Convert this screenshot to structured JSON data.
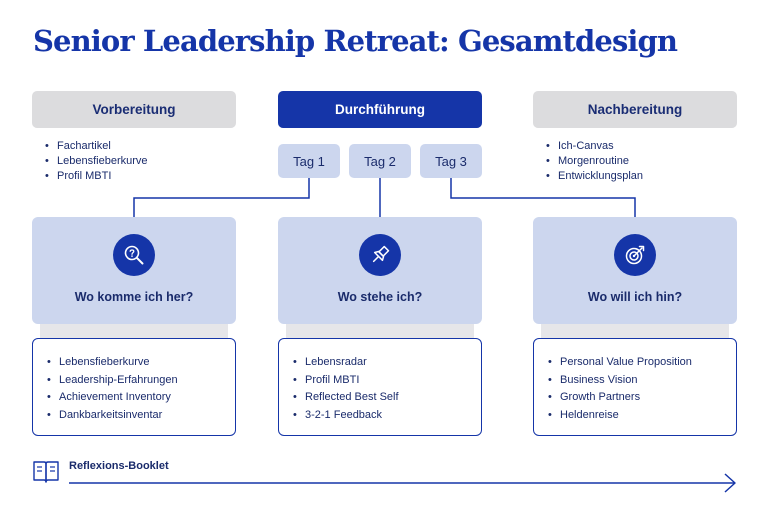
{
  "title": "Senior Leadership Retreat: Gesamtdesign",
  "phases": [
    {
      "label": "Vorbereitung",
      "items": [
        "Fachartikel",
        "Lebensfieberkurve",
        "Profil MBTI"
      ]
    },
    {
      "label": "Durchführung",
      "days": [
        "Tag 1",
        "Tag 2",
        "Tag 3"
      ]
    },
    {
      "label": "Nachbereitung",
      "items": [
        "Ich-Canvas",
        "Morgenroutine",
        "Entwicklungsplan"
      ]
    }
  ],
  "cards": [
    {
      "icon": "magnifier-question-icon",
      "question": "Wo komme ich her?",
      "items": [
        "Lebensfieberkurve",
        "Leadership-Erfahrungen",
        "Achievement Inventory",
        "Dankbarkeitsinventar"
      ]
    },
    {
      "icon": "pushpin-icon",
      "question": "Wo stehe ich?",
      "items": [
        "Lebensradar",
        "Profil MBTI",
        "Reflected Best Self",
        "3-2-1 Feedback"
      ]
    },
    {
      "icon": "target-arrow-icon",
      "question": "Wo will ich hin?",
      "items": [
        "Personal Value Proposition",
        "Business Vision",
        "Growth Partners",
        "Heldenreise"
      ]
    }
  ],
  "footer": {
    "label": "Reflexions-Booklet",
    "icon": "open-book-icon"
  },
  "colors": {
    "primary": "#1535a8",
    "light_blue": "#ccd6ee",
    "grey": "#dcdcde",
    "text": "#1a2b6b"
  }
}
